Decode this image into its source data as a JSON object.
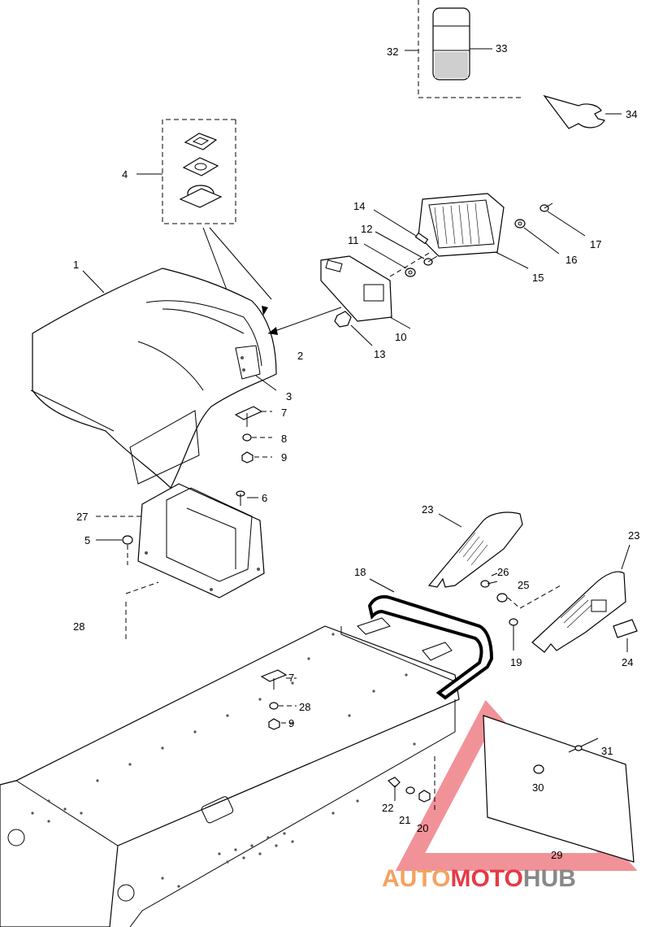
{
  "callouts": {
    "c1": "1",
    "c2": "2",
    "c3": "3",
    "c4": "4",
    "c5": "5",
    "c6": "6",
    "c7a": "7",
    "c7b": "7",
    "c8": "8",
    "c9a": "9",
    "c9b": "9",
    "c10": "10",
    "c11": "11",
    "c12": "12",
    "c13": "13",
    "c14": "14",
    "c15": "15",
    "c16": "16",
    "c17": "17",
    "c18": "18",
    "c19": "19",
    "c20": "20",
    "c21": "21",
    "c22": "22",
    "c23a": "23",
    "c23b": "23",
    "c24": "24",
    "c25": "25",
    "c26": "26",
    "c27": "27",
    "c28a": "28",
    "c28b": "28",
    "c29": "29",
    "c30": "30",
    "c31": "31",
    "c32": "32",
    "c33": "33",
    "c34": "34"
  },
  "watermark": {
    "part1": "AUTO",
    "part2": "MOTO",
    "part3": "HUB",
    "color_auto": "#f4a261",
    "color_moto": "#e63946",
    "color_hub": "#888888"
  }
}
